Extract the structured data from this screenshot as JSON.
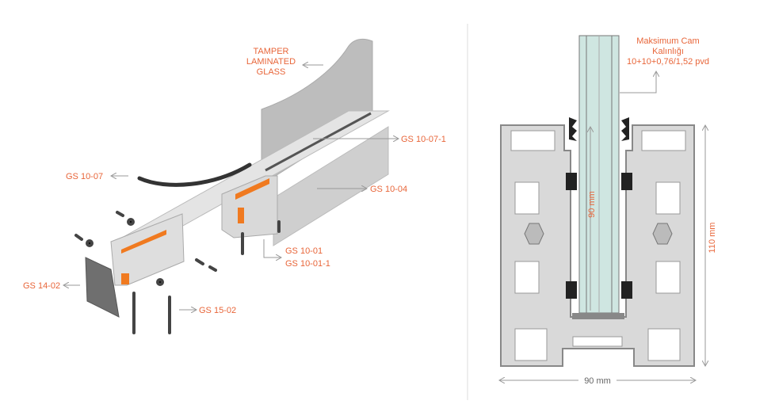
{
  "colors": {
    "label": "#e8663a",
    "glass": "#cfe6e1",
    "profile": "#d6d6d6"
  },
  "exploded_view": {
    "glass_label": [
      "TAMPER",
      "LAMINATED",
      "GLASS"
    ],
    "parts": {
      "gs_10_07_1": "GS 10-07-1",
      "gs_10_07": "GS 10-07",
      "gs_10_04": "GS 10-04",
      "gs_10_01": "GS 10-01",
      "gs_10_01_1": "GS 10-01-1",
      "gs_14_02": "GS 14-02",
      "gs_15_02": "GS 15-02"
    }
  },
  "section_view": {
    "glass_note": [
      "Maksimum Cam",
      "Kalınlığı",
      "10+10+0,76/1,52 pvd"
    ],
    "glass_depth": "90 mm",
    "height": "110 mm",
    "width": "90 mm"
  }
}
